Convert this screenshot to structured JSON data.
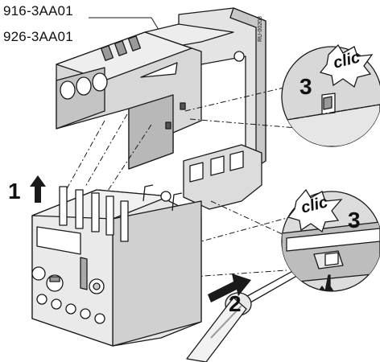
{
  "labels": {
    "part_numbers": [
      "916-3AA01",
      "926-3AA01"
    ],
    "steps": [
      "1",
      "2",
      "3",
      "3"
    ],
    "clic": [
      "clic",
      "clic"
    ],
    "drawing_code": "RU-00208"
  },
  "colors": {
    "line": "#1a1a1a",
    "light_gray": "#e4e4e4",
    "mid_gray": "#c8c8c8",
    "dark_gray": "#9a9a9a",
    "white": "#ffffff"
  }
}
